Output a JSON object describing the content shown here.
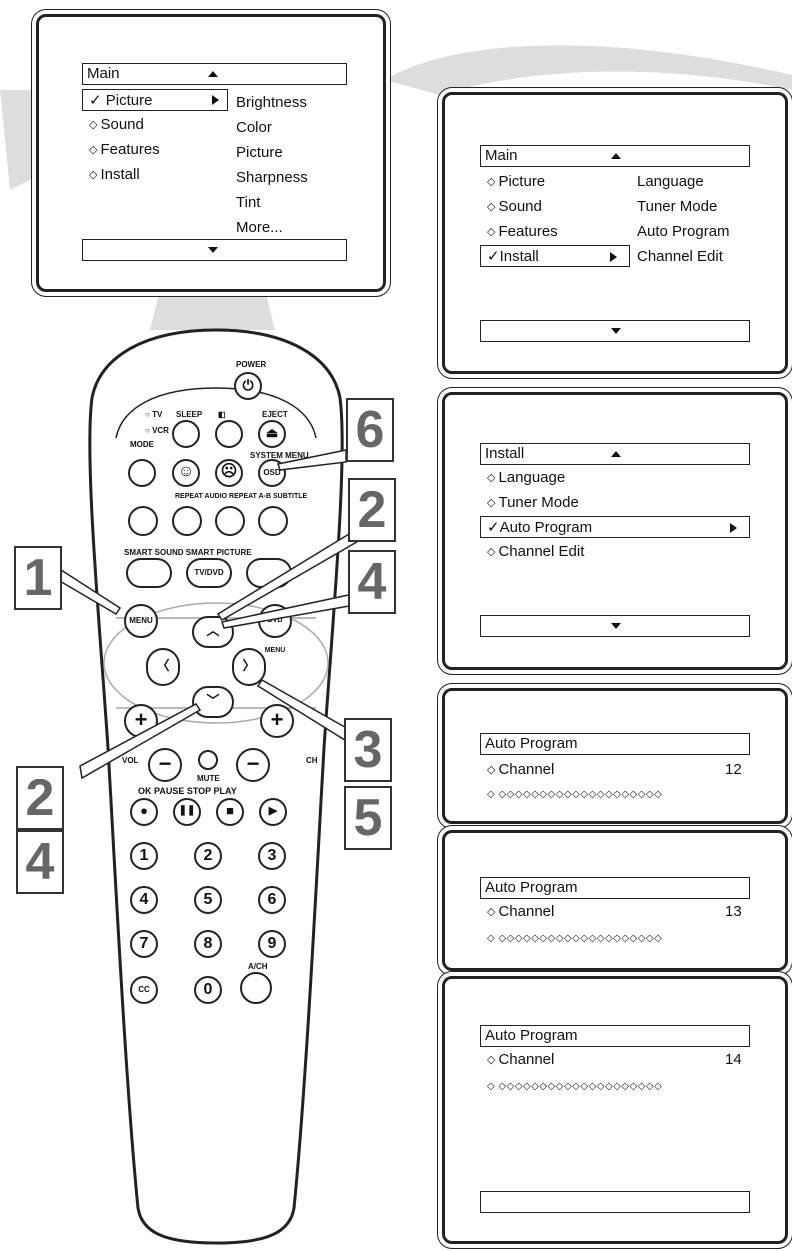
{
  "screen1": {
    "header": "Main",
    "items": [
      "Picture",
      "Sound",
      "Features",
      "Install"
    ],
    "submenu": [
      "Brightness",
      "Color",
      "Picture",
      "Sharpness",
      "Tint",
      "More..."
    ]
  },
  "screen2": {
    "header": "Main",
    "items": [
      "Picture",
      "Sound",
      "Features",
      "Install"
    ],
    "submenu": [
      "Language",
      "Tuner Mode",
      "Auto Program",
      "Channel Edit"
    ]
  },
  "screen3": {
    "header": "Install",
    "items": [
      "Language",
      "Tuner Mode",
      "Auto Program",
      "Channel Edit"
    ]
  },
  "screen4": {
    "header": "Auto Program",
    "label": "Channel",
    "value": "12",
    "dots": "◇  ◇◇◇◇◇◇◇◇◇◇◇◇◇◇◇◇◇◇◇◇"
  },
  "screen5": {
    "header": "Auto Program",
    "label": "Channel",
    "value": "13",
    "dots": "◇  ◇◇◇◇◇◇◇◇◇◇◇◇◇◇◇◇◇◇◇◇"
  },
  "screen6": {
    "header": "Auto Program",
    "label": "Channel",
    "value": "14",
    "dots": "◇  ◇◇◇◇◇◇◇◇◇◇◇◇◇◇◇◇◇◇◇◇"
  },
  "remote": {
    "power": "POWER",
    "tv": "TV",
    "vcr": "VCR",
    "mode": "MODE",
    "sleep": "SLEEP",
    "eject": "EJECT",
    "system_menu": "SYSTEM MENU",
    "osd": "OSD",
    "row3": "REPEAT AUDIO REPEAT A-B SUBTITLE",
    "smart": "SMART SOUND SMART PICTURE",
    "tvdvd": "TV/DVD",
    "menu": "MENU",
    "dvd_menu": "DVD MENU",
    "vol": "VOL",
    "ch": "CH",
    "mute": "MUTE",
    "transport": "OK PAUSE STOP PLAY",
    "digits": [
      "1",
      "2",
      "3",
      "4",
      "5",
      "6",
      "7",
      "8",
      "9"
    ],
    "cc": "CC",
    "zero": "0",
    "ach": "A/CH"
  },
  "callouts": {
    "c1": "1",
    "c2a": "2",
    "c4a": "4",
    "c3": "3",
    "c5": "5",
    "c2b": "2",
    "c4b": "4",
    "c6": "6"
  }
}
